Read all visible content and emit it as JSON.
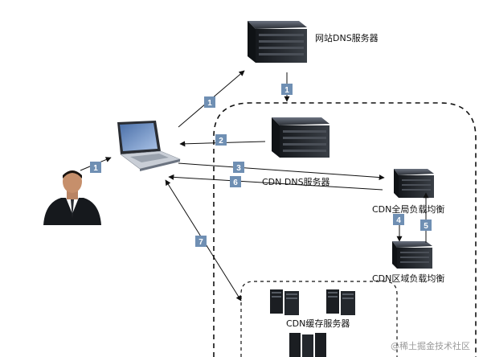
{
  "nodes": {
    "site_dns": "网站DNS服务器",
    "cdn_dns": "CDN  DNS服务器",
    "global_lb": "CDN全局负载均衡",
    "regional_lb": "CDN区域负载均衡",
    "cache": "CDN缓存服务器"
  },
  "steps": {
    "s1a": "1",
    "s1b": "1",
    "s1c": "1",
    "s2": "2",
    "s3": "3",
    "s4": "4",
    "s5": "5",
    "s6": "6",
    "s7": "7"
  },
  "colors": {
    "badge": "#6f8fb3",
    "arrow": "#111111",
    "server": "#22262b",
    "dashed": "#111111"
  },
  "watermark": "@稀土掘金技术社区",
  "icons": {
    "user": "user-icon",
    "laptop": "laptop-icon",
    "server": "server-icon",
    "tower": "tower-server-icon"
  }
}
